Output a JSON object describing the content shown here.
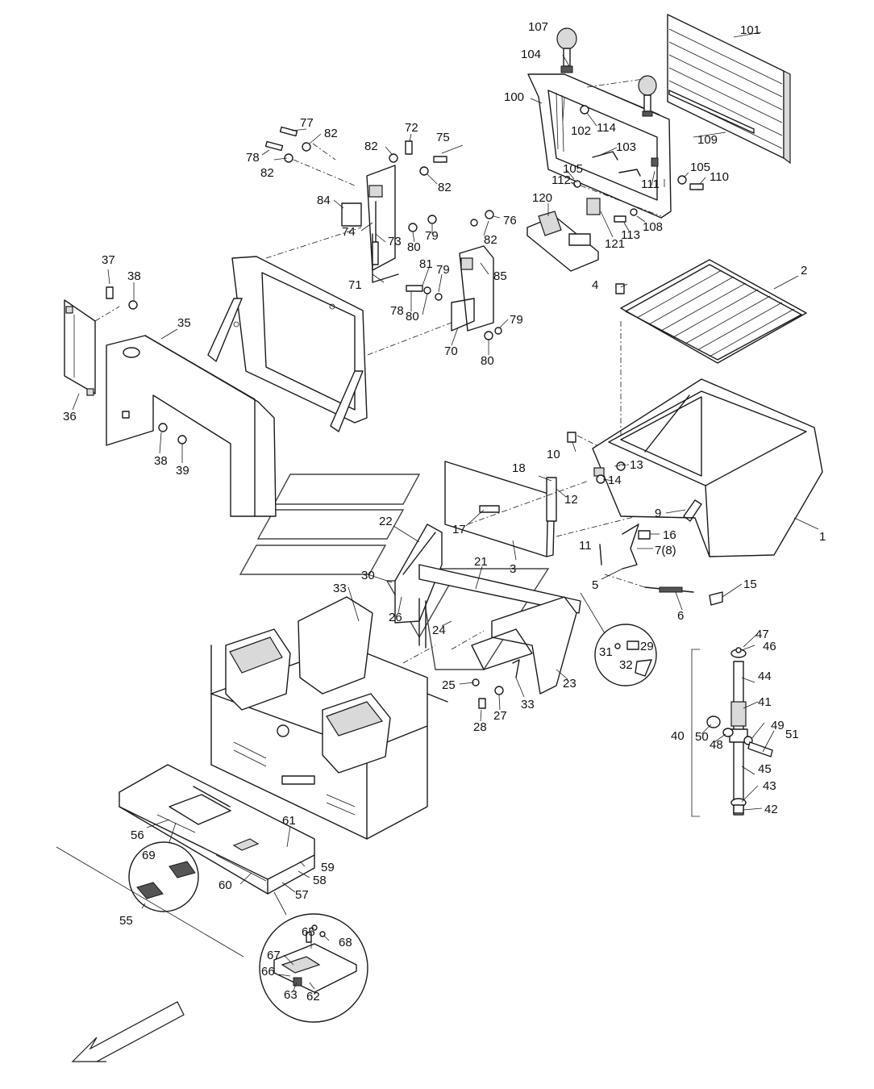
{
  "callouts": {
    "c1": "1",
    "c2": "2",
    "c3": "3",
    "c4": "4",
    "c5": "5",
    "c6": "6",
    "c7": "7(8)",
    "c9": "9",
    "c10": "10",
    "c11": "11",
    "c12": "12",
    "c13": "13",
    "c14": "14",
    "c15": "15",
    "c16": "16",
    "c17": "17",
    "c18": "18",
    "c21": "21",
    "c22": "22",
    "c23": "23",
    "c24": "24",
    "c25": "25",
    "c26": "26",
    "c27": "27",
    "c28": "28",
    "c29": "29",
    "c30": "30",
    "c31": "31",
    "c32": "32",
    "c33a": "33",
    "c33b": "33",
    "c35": "35",
    "c36": "36",
    "c37": "37",
    "c38a": "38",
    "c38b": "38",
    "c39": "39",
    "c40": "40",
    "c41": "41",
    "c42": "42",
    "c43": "43",
    "c44": "44",
    "c45": "45",
    "c46": "46",
    "c47": "47",
    "c48": "48",
    "c49": "49",
    "c50": "50",
    "c51": "51",
    "c55": "55",
    "c56": "56",
    "c57": "57",
    "c58": "58",
    "c59": "59",
    "c60": "60",
    "c61": "61",
    "c62": "62",
    "c63": "63",
    "c65": "65",
    "c66": "66",
    "c67": "67",
    "c68": "68",
    "c69": "69",
    "c70": "70",
    "c71": "71",
    "c72": "72",
    "c73": "73",
    "c74": "74",
    "c75": "75",
    "c76": "76",
    "c77": "77",
    "c78a": "78",
    "c78b": "78",
    "c79a": "79",
    "c79b": "79",
    "c80a": "80",
    "c80b": "80",
    "c80c": "80",
    "c81": "81",
    "c82a": "82",
    "c82b": "82",
    "c82c": "82",
    "c82d": "82",
    "c82e": "82",
    "c84": "84",
    "c85": "85",
    "c100": "100",
    "c101": "101",
    "c102": "102",
    "c103": "103",
    "c104": "104",
    "c105a": "105",
    "c105b": "105",
    "c107": "107",
    "c108": "108",
    "c109": "109",
    "c110": "110",
    "c111": "111",
    "c112": "112",
    "c113": "113",
    "c114": "114",
    "c120": "120",
    "c121": "121"
  },
  "icons": {
    "orientation_arrow": "front-direction-arrow-icon",
    "watermark": "brand-watermark-icon"
  }
}
